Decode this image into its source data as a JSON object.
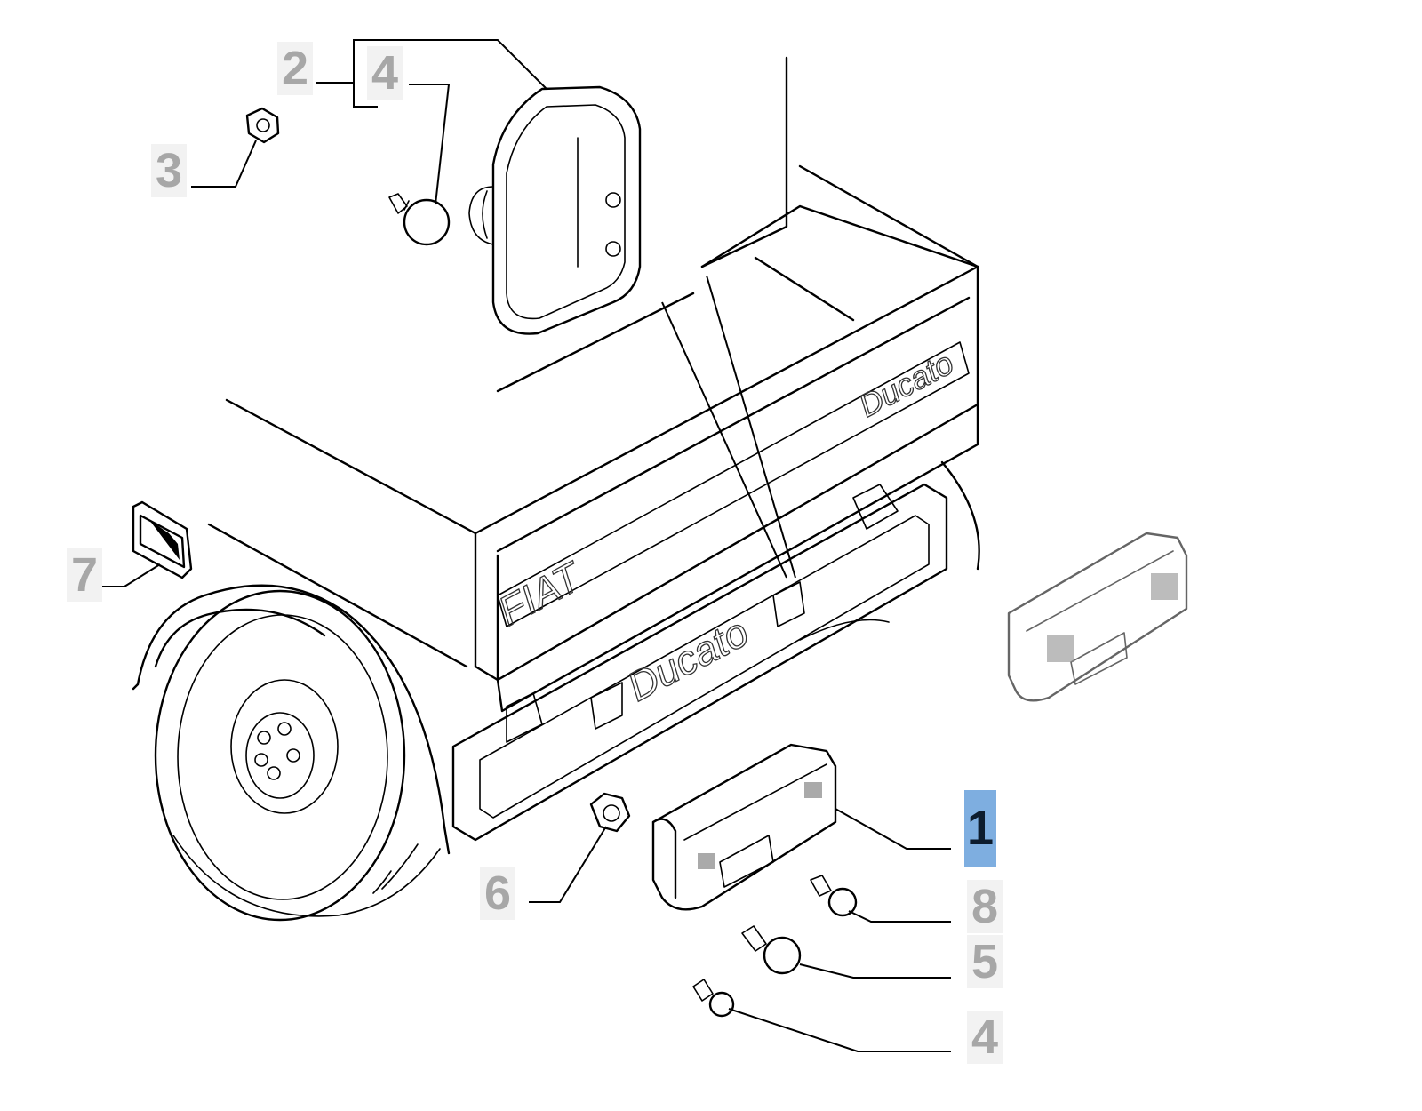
{
  "diagram": {
    "callouts": {
      "c1": "1",
      "c2": "2",
      "c3": "3",
      "c4_top": "4",
      "c4_bottom": "4",
      "c5": "5",
      "c6": "6",
      "c7": "7",
      "c8": "8"
    },
    "highlighted_callout": "1",
    "vehicle_lettering": {
      "tailgate_top": "Ducato",
      "bed_left": "FIAT",
      "bumper": "Ducato"
    },
    "colors": {
      "callout_text": "#a7a7a7",
      "highlight_background": "#7eaee0",
      "highlight_text": "#0c1c2e",
      "line": "#000000"
    }
  }
}
